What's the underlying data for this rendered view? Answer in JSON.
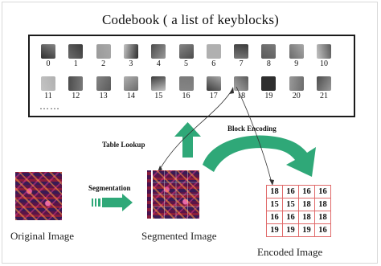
{
  "title": "Codebook ( a list of keyblocks)",
  "codebook": {
    "row1": [
      "0",
      "1",
      "2",
      "3",
      "4",
      "5",
      "6",
      "7",
      "8",
      "9",
      "10"
    ],
    "row2": [
      "11",
      "12",
      "13",
      "14",
      "15",
      "16",
      "17",
      "18",
      "19",
      "20",
      "21"
    ],
    "more": "……"
  },
  "labels": {
    "table_lookup": "Table Lookup",
    "block_encoding": "Block Encoding",
    "segmentation": "Segmentation"
  },
  "captions": {
    "original": "Original Image",
    "segmented": "Segmented Image",
    "encoded": "Encoded Image"
  },
  "encoded_grid": [
    [
      "18",
      "16",
      "16",
      "16"
    ],
    [
      "15",
      "15",
      "18",
      "18"
    ],
    [
      "16",
      "16",
      "18",
      "18"
    ],
    [
      "19",
      "19",
      "19",
      "16"
    ]
  ],
  "colors": {
    "arrow_fill": "#2fa878",
    "grid_red": "#d23a3a",
    "keyblock_tones": [
      "#2e2e2e",
      "#6b6b6b",
      "#9a9a9a",
      "#c4c4c4",
      "#4c4c4c",
      "#858585",
      "#b0b0b0",
      "#3b3b3b",
      "#7a7a7a",
      "#a8a8a8",
      "#5a5a5a"
    ]
  }
}
